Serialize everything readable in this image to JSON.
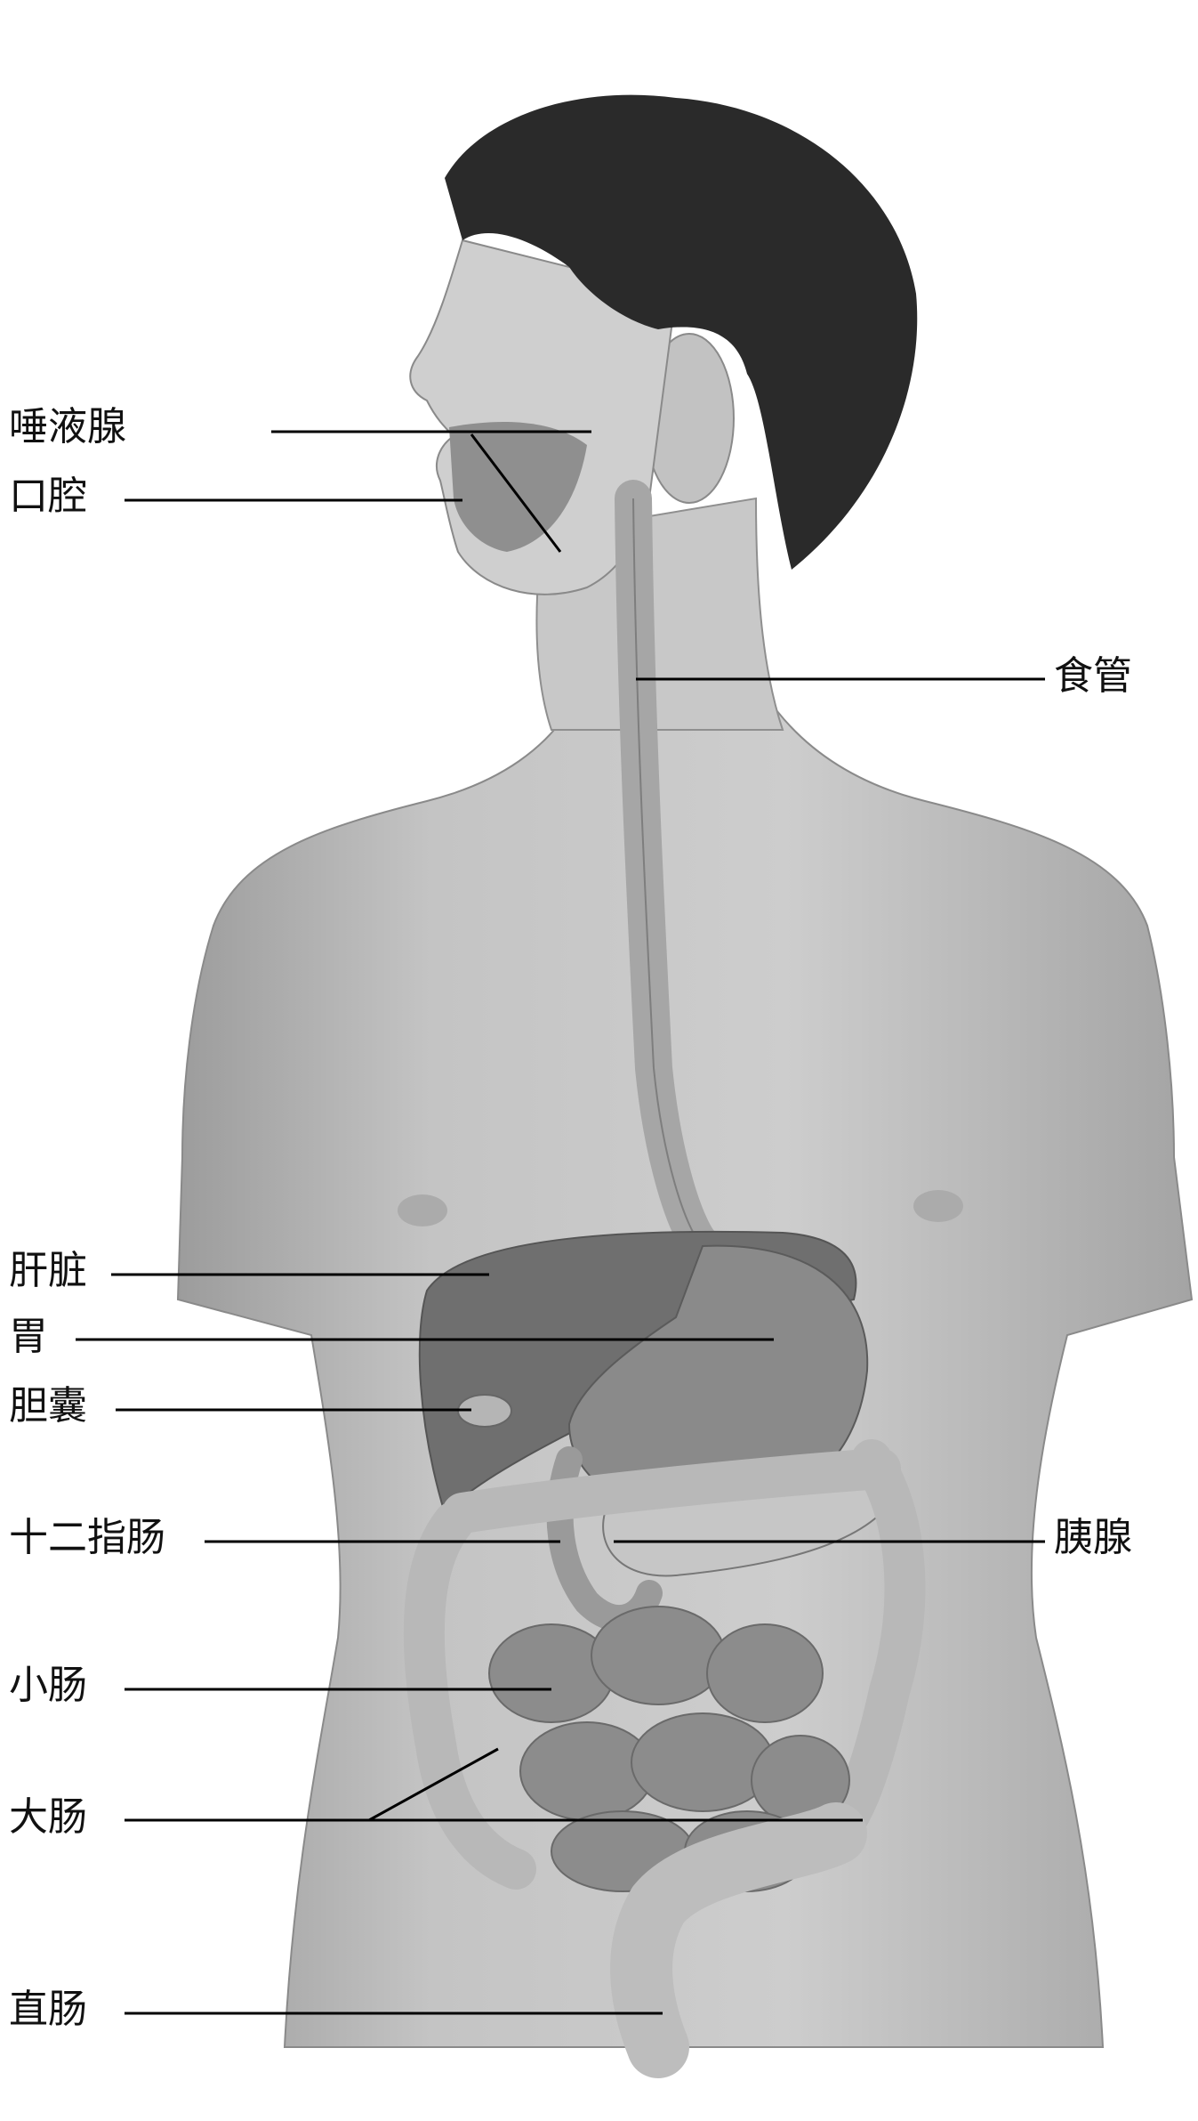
{
  "labels": {
    "salivary_gland": "唾液腺",
    "oral_cavity": "口腔",
    "esophagus": "食管",
    "liver": "肝脏",
    "stomach": "胃",
    "gallbladder": "胆囊",
    "duodenum": "十二指肠",
    "pancreas": "胰腺",
    "small_intestine": "小肠",
    "large_intestine": "大肠",
    "rectum": "直肠"
  }
}
